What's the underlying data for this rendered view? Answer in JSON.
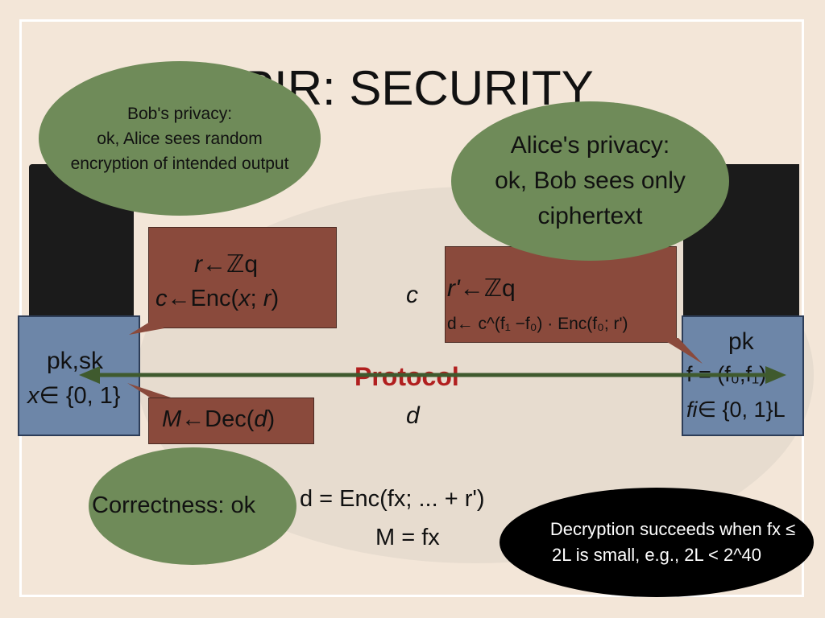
{
  "slide": {
    "title": "PIR: SECURITY"
  },
  "bubbles": {
    "bob_line1": "Bob's privacy:",
    "bob_line2": "ok, Alice sees random",
    "bob_line3": "encryption of intended output",
    "alice_line1": "Alice's privacy:",
    "alice_line2": "ok, Bob sees only",
    "alice_line3": "ciphertext",
    "correctness": "Correctness: ok",
    "decrypt_line1": "Decryption succeeds when fx ≤",
    "decrypt_line2": "2L is small, e.g., 2L < 2^40"
  },
  "alice_box": {
    "r_var": "r",
    "r_rhs": "←ℤq",
    "c_var": "c",
    "c_mid": "←Enc(",
    "x_var": "x",
    "c_sep": "; ",
    "r_var2": "r",
    "c_end": ")",
    "m_var": "M",
    "m_mid": "←Dec(",
    "d_var": "d",
    "m_end": ")"
  },
  "bob_box": {
    "rp_var": "r'",
    "rp_rhs": "←ℤq",
    "d_line": "d← c^(f₁ −f₀) · Enc(f₀; r')"
  },
  "alice_keys": {
    "keys": "pk,sk",
    "x_var": "x",
    "x_set": "∈ {0, 1}"
  },
  "bob_keys": {
    "pk": "pk",
    "f_line": "f = (f₀,f₁)",
    "fi_var": "fi",
    "fi_set": "∈ {0, 1}L"
  },
  "protocol": {
    "label": "Protocol",
    "c_msg": "c",
    "d_msg": "d"
  },
  "formulas": {
    "d_eq": "d = Enc(fx; ... + r')",
    "m_eq": "M = fx"
  },
  "colors": {
    "background": "#f3e6d8",
    "bubble_green": "#6f8b59",
    "box_brown": "#8a4a3c",
    "box_blue": "#6d86a8",
    "arrow_green": "#3f5a2e",
    "protocol_red": "#b11f1f"
  }
}
